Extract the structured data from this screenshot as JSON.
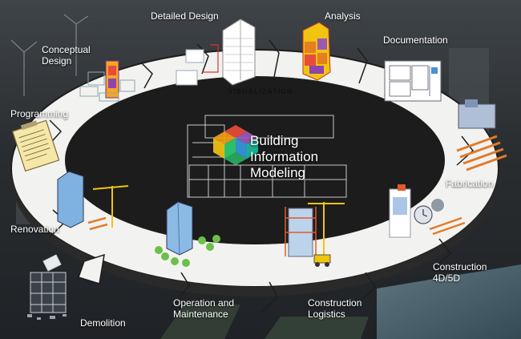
{
  "center": {
    "line1": "Building",
    "line2": "Information",
    "line3": "Modeling"
  },
  "ring_label": "VISUALIZATION",
  "stages": {
    "conceptual_design": {
      "line1": "Conceptual",
      "line2": "Design"
    },
    "detailed_design": {
      "line1": "Detailed Design"
    },
    "analysis": {
      "line1": "Analysis"
    },
    "documentation": {
      "line1": "Documentation"
    },
    "fabrication": {
      "line1": "Fabrication"
    },
    "construction_4d5d": {
      "line1": "Construction",
      "line2": "4D/5D"
    },
    "construction_logistics": {
      "line1": "Construction",
      "line2": "Logistics"
    },
    "operation_maintenance": {
      "line1": "Operation and",
      "line2": "Maintenance"
    },
    "demolition": {
      "line1": "Demolition"
    },
    "renovation": {
      "line1": "Renovation"
    },
    "programming": {
      "line1": "Programming"
    }
  },
  "colors": {
    "ring": "#f2f2f0",
    "ring_edge": "#1d1d1d",
    "inner_band": "#e6e6e4",
    "background": "#2b2e31"
  }
}
